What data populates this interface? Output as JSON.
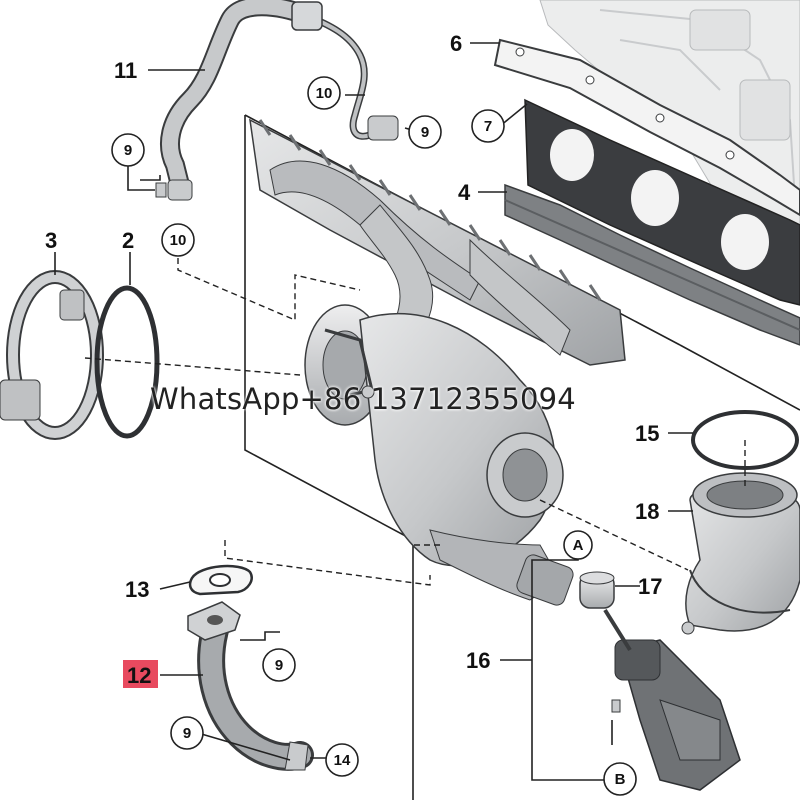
{
  "callouts": {
    "c2": "2",
    "c3": "3",
    "c4": "4",
    "c6": "6",
    "c11": "11",
    "c12": "12",
    "c13": "13",
    "c15": "15",
    "c16": "16",
    "c17": "17",
    "c18": "18"
  },
  "circled": {
    "c7": "7",
    "c9a": "9",
    "c9b": "9",
    "c9c": "9",
    "c9d": "9",
    "c10a": "10",
    "c10b": "10",
    "c14": "14",
    "cA": "A",
    "cB": "B"
  },
  "watermark": "WhatsApp+86  13712355094",
  "colors": {
    "part_fill": "#d2d4d6",
    "part_dark": "#8a8d90",
    "part_stroke": "#3a3c3e",
    "gasket_fill": "#3b3d40",
    "highlight": "#e84a5f"
  }
}
